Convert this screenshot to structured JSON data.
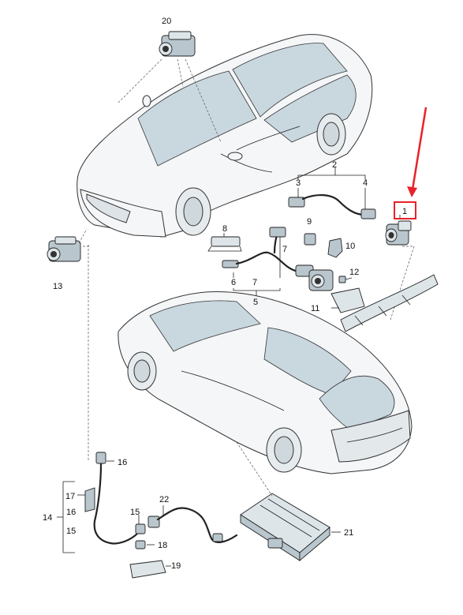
{
  "labels": {
    "l1": "1",
    "l2": "2",
    "l3": "3",
    "l4": "4",
    "l5": "5",
    "l6": "6",
    "l7a": "7",
    "l7b": "7",
    "l8": "8",
    "l9": "9",
    "l10": "10",
    "l11": "11",
    "l12": "12",
    "l13": "13",
    "l14": "14",
    "l15a": "15",
    "l15b": "15",
    "l16a": "16",
    "l16b": "16",
    "l17": "17",
    "l18": "18",
    "l19": "19",
    "l20": "20",
    "l21": "21",
    "l22": "22"
  },
  "colors": {
    "highlight": "#e8222a",
    "arrow": "#e8222a"
  }
}
